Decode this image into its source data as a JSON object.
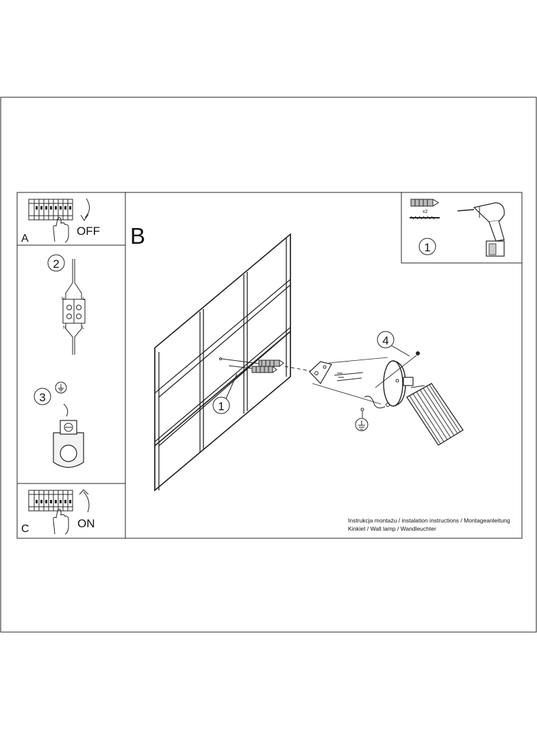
{
  "panels": {
    "a": {
      "letter": "A",
      "action": "OFF"
    },
    "c": {
      "letter": "C",
      "action": "ON"
    },
    "b": {
      "letter": "B"
    }
  },
  "steps": {
    "s1": "1",
    "s2": "2",
    "s3": "3",
    "s4": "4",
    "wall_step": "1"
  },
  "terminal_labels": {
    "neutral": "N",
    "live": "L"
  },
  "kit": {
    "quantity": "x2"
  },
  "footer": {
    "line1": "Instrukcja montażu / instalation instructions / Montageanleitung",
    "line2": "Kinkiet / Wall lamp / Wandleuchter"
  },
  "icons": [
    "ground-symbol-icon",
    "hand-icon",
    "drill-icon",
    "circuit-breaker-icon",
    "arrow-icon"
  ]
}
